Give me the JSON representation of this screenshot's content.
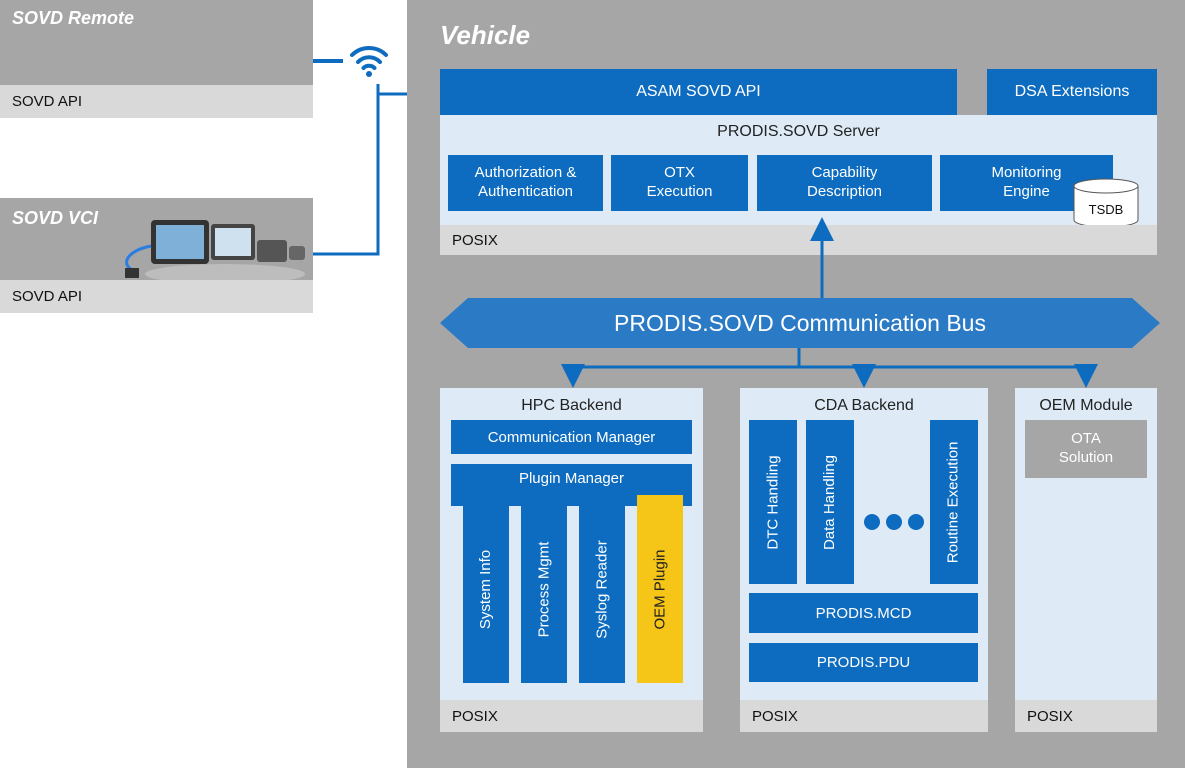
{
  "remote": {
    "title": "SOVD Remote",
    "api": "SOVD API"
  },
  "vci": {
    "title": "SOVD VCI",
    "api": "SOVD API"
  },
  "vehicle": {
    "title": "Vehicle",
    "asam_api": "ASAM SOVD API",
    "dsa": "DSA Extensions",
    "server": "PRODIS.SOVD Server",
    "modules": [
      "Authorization &\nAuthentication",
      "OTX\nExecution",
      "Capability\nDescription",
      "Monitoring\nEngine"
    ],
    "tsdb": "TSDB",
    "posix": "POSIX"
  },
  "bus": "PRODIS.SOVD Communication Bus",
  "hpc": {
    "title": "HPC Backend",
    "comm_manager": "Communication Manager",
    "plugin_manager": "Plugin Manager",
    "plugins": [
      "System Info",
      "Process Mgmt",
      "Syslog Reader",
      "OEM Plugin"
    ],
    "posix": "POSIX"
  },
  "cda": {
    "title": "CDA Backend",
    "handlers": [
      "DTC Handling",
      "Data Handling",
      "Routine\nExecution"
    ],
    "mcd": "PRODIS.MCD",
    "pdu": "PRODIS.PDU",
    "posix": "POSIX"
  },
  "oem": {
    "title": "OEM Module",
    "ota": "OTA\nSolution",
    "posix": "POSIX"
  },
  "colors": {
    "blue": "#0d6cbf",
    "gray": "#a6a6a6",
    "light_gray": "#d9d9d9",
    "pale_blue": "#deebf7",
    "yellow": "#f5c518"
  }
}
